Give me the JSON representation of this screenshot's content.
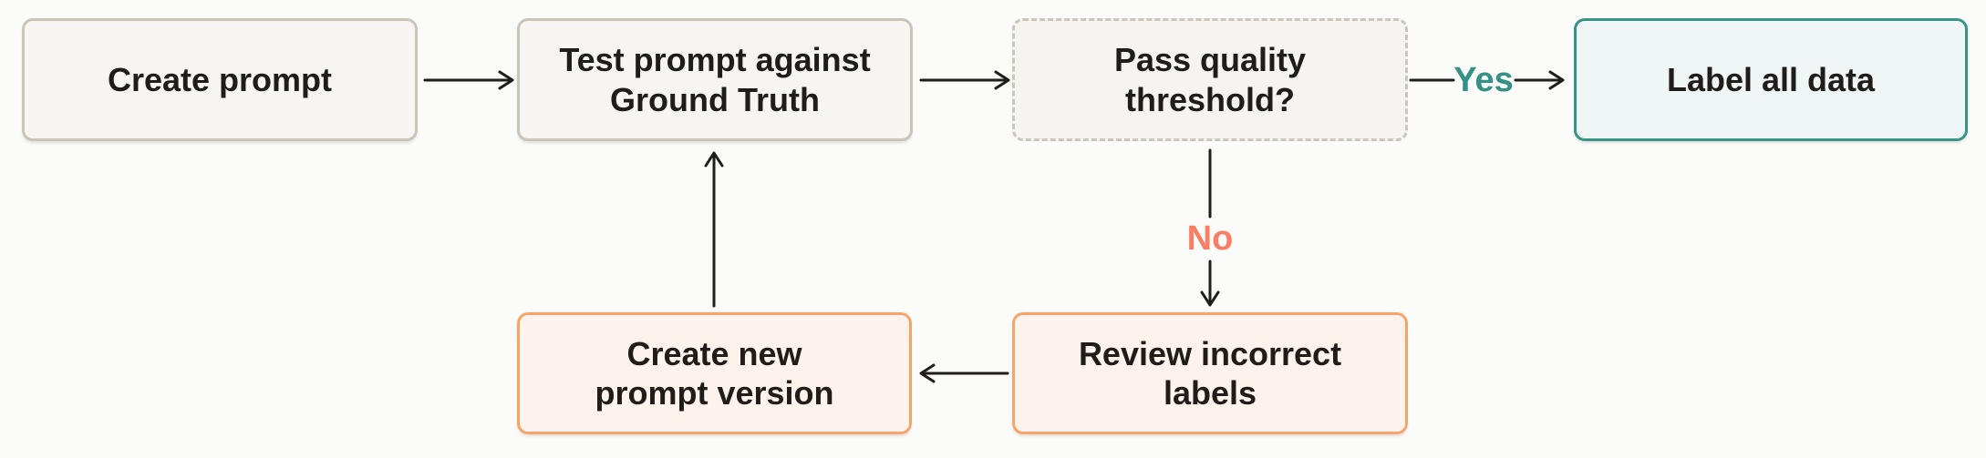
{
  "flowchart": {
    "nodes": [
      {
        "id": "create-prompt",
        "label": "Create prompt",
        "type": "process"
      },
      {
        "id": "test-prompt",
        "label": "Test prompt against\nGround Truth",
        "type": "process"
      },
      {
        "id": "pass-quality-threshold",
        "label": "Pass quality\nthreshold?",
        "type": "decision"
      },
      {
        "id": "label-all-data",
        "label": "Label all data",
        "type": "terminal"
      },
      {
        "id": "create-new-prompt-version",
        "label": "Create new\nprompt version",
        "type": "revision"
      },
      {
        "id": "review-incorrect-labels",
        "label": "Review incorrect\nlabels",
        "type": "revision"
      }
    ],
    "edge_labels": {
      "yes": "Yes",
      "no": "No"
    },
    "edges": [
      {
        "from": "create-prompt",
        "to": "test-prompt",
        "label": ""
      },
      {
        "from": "test-prompt",
        "to": "pass-quality-threshold",
        "label": ""
      },
      {
        "from": "pass-quality-threshold",
        "to": "label-all-data",
        "label": "Yes"
      },
      {
        "from": "pass-quality-threshold",
        "to": "review-incorrect-labels",
        "label": "No"
      },
      {
        "from": "review-incorrect-labels",
        "to": "create-new-prompt-version",
        "label": ""
      },
      {
        "from": "create-new-prompt-version",
        "to": "test-prompt",
        "label": ""
      }
    ],
    "colors": {
      "background": "#FBFBF9",
      "process_bg": "#F6F5F2",
      "process_border": "#CBC5B7",
      "decision_bg": "#F5F4F1",
      "decision_border": "#CCC6B9",
      "terminal_bg": "#EFF6F5",
      "terminal_border": "#379489",
      "revision_bg": "#FDF3EC",
      "revision_border": "#F8A469",
      "edge_stroke": "#1F1C1A",
      "yes_label": "#349186",
      "no_label": "#F97E63",
      "text": "#1F1C1A"
    }
  }
}
